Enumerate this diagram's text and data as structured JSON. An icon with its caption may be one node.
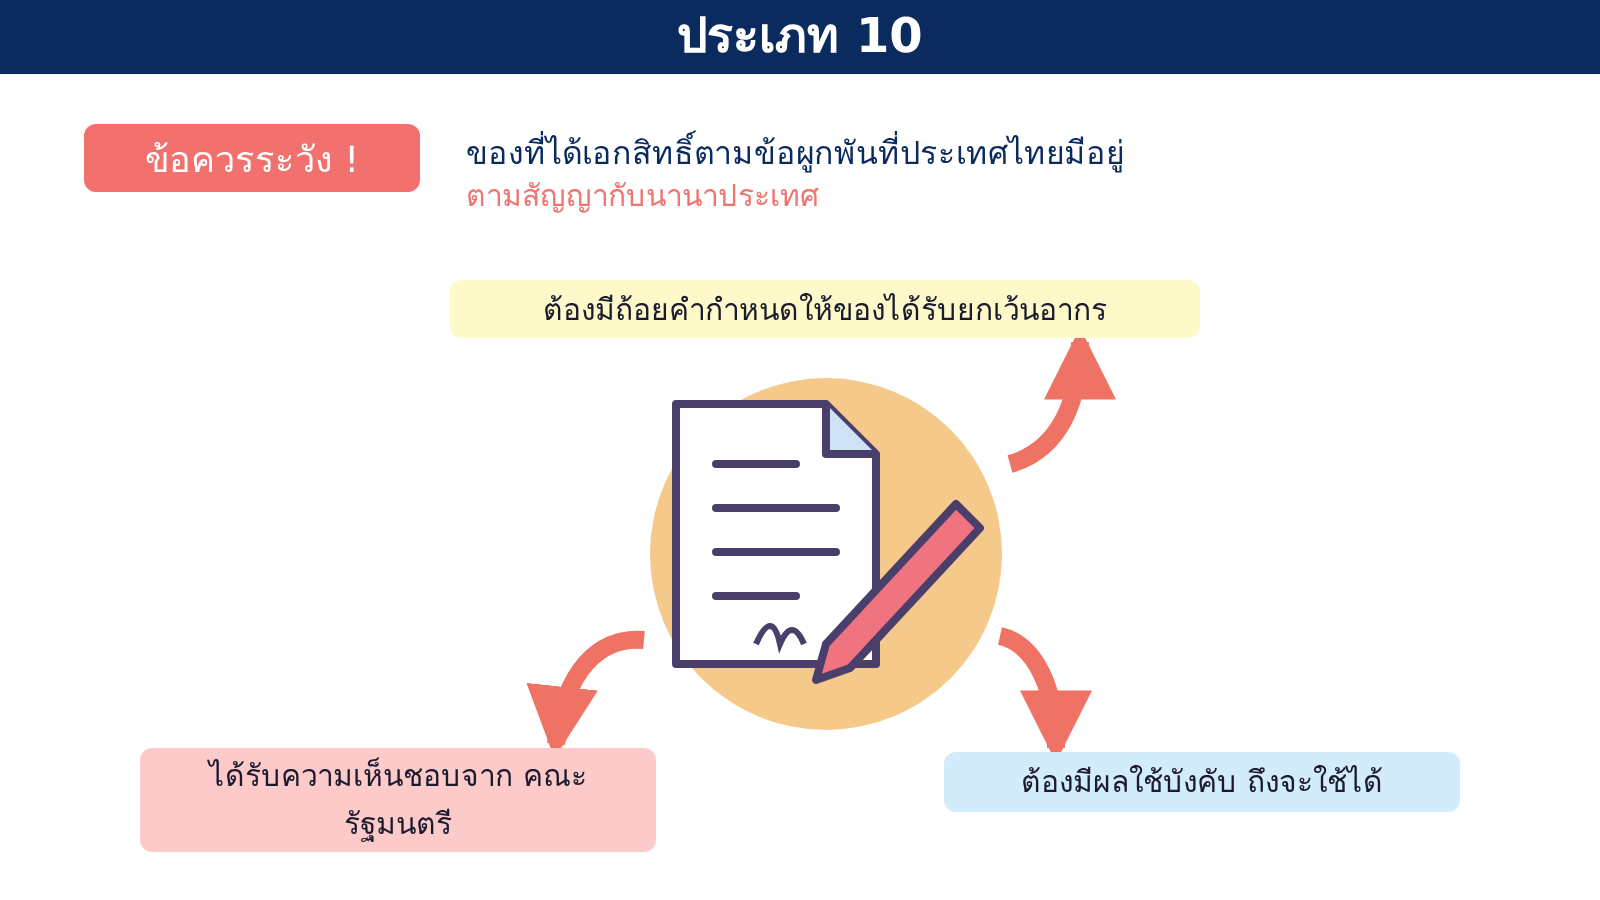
{
  "diagram": {
    "title": "ประเภท 10",
    "nodes": [
      {
        "text": [
          "ข้อควรระวัง !"
        ]
      },
      {
        "text": [],
        "shape": "picture"
      },
      {
        "text": [
          "ต้องมีถ้อยคำกำหนดให้ของได้รับยกเว้นอากร"
        ]
      },
      {
        "text": [
          "ได้รับความเห็นชอบจาก คณะรัฐมนตรี"
        ]
      },
      {
        "text": [
          "ต้องมีผลใช้บังคับ ถึงจะใช้ได้"
        ]
      }
    ],
    "edges": [
      {
        "from": 1,
        "to": 2,
        "arrow": "to"
      },
      {
        "from": 1,
        "to": 3,
        "arrow": "to"
      },
      {
        "from": 1,
        "to": 4,
        "arrow": "to"
      }
    ],
    "labels": [
      "ของที่ได้เอกสิทธิ์ตามข้อผูกพันที่ประเทศไทยมีอยู่",
      "ตามสัญญากับนานาประเทศ"
    ]
  }
}
